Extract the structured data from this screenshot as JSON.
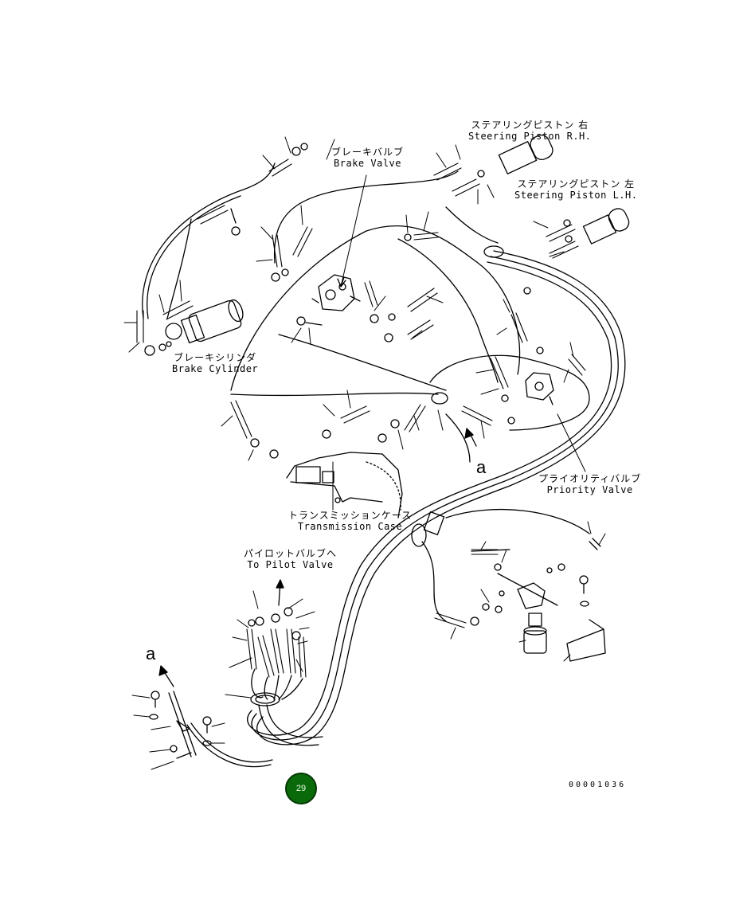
{
  "labels": {
    "brake_valve": {
      "jp": "ブレーキバルブ",
      "en": "Brake Valve"
    },
    "steering_rh": {
      "jp": "ステアリングピストン 右",
      "en": "Steering Piston R.H."
    },
    "steering_lh": {
      "jp": "ステアリングピストン 左",
      "en": "Steering Piston L.H."
    },
    "brake_cylinder": {
      "jp": "ブレーキシリンダ",
      "en": "Brake Cylinder"
    },
    "priority_valve": {
      "jp": "プライオリティバルブ",
      "en": "Priority Valve"
    },
    "transmission_case": {
      "jp": "トランスミッションケース",
      "en": "Transmission Case"
    },
    "pilot_valve": {
      "jp": "パイロットバルブへ",
      "en": "To Pilot Valve"
    }
  },
  "reference_marks": {
    "a_upper": "a",
    "a_lower": "a"
  },
  "drawing_number": "00001036",
  "page_badge": "29",
  "colors": {
    "ink": "#000000",
    "badge": "#0a6a0a"
  }
}
